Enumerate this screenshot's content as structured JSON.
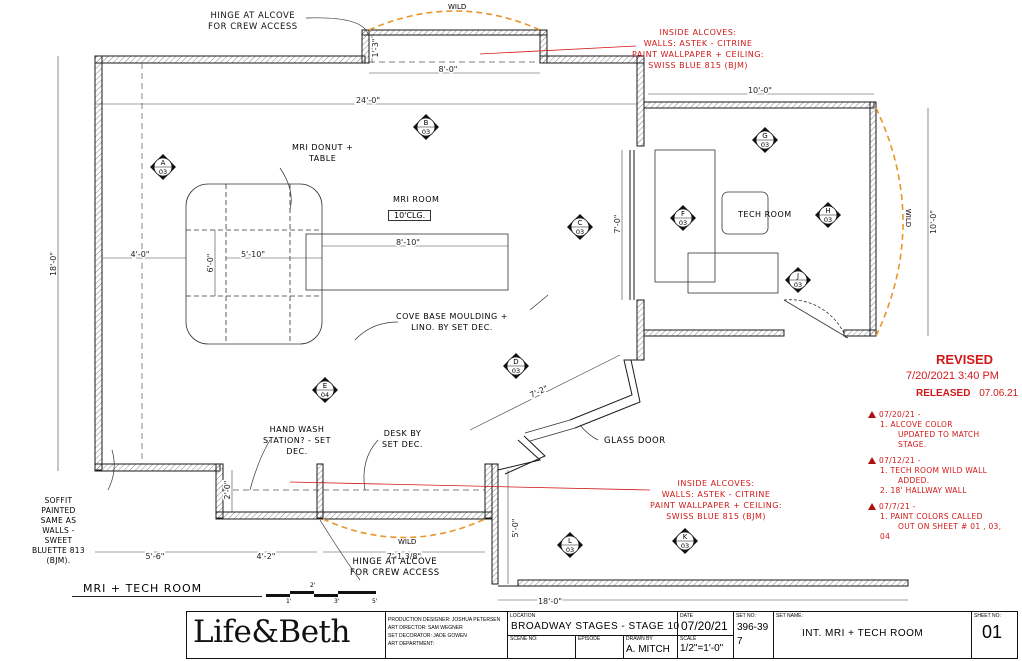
{
  "plan": {
    "labels": {
      "hinge_top": [
        "HINGE AT ALCOVE",
        "FOR CREW ACCESS"
      ],
      "hinge_bottom": [
        "HINGE AT ALCOVE",
        "FOR CREW ACCESS"
      ],
      "wild_top": "WILD",
      "wild_bottom": "WILD",
      "wild_right": "WILD",
      "mri_donut": [
        "MRI DONUT +",
        "TABLE"
      ],
      "mri_room": "MRI ROOM",
      "ceiling": "10'CLG.",
      "tech_room": "TECH ROOM",
      "cove_base": [
        "COVE BASE MOULDING +",
        "LINO. BY SET DEC."
      ],
      "glass_door": "GLASS DOOR",
      "hand_wash": [
        "HAND WASH",
        "STATION? - SET",
        "DEC."
      ],
      "desk": [
        "DESK BY",
        "SET DEC."
      ],
      "soffit": [
        "SOFFIT",
        "PAINTED",
        "SAME AS",
        "WALLS -",
        "SWEET",
        "BLUETTE 813",
        "(BJM)."
      ],
      "sheet_title": "MRI + TECH ROOM"
    },
    "alcove_notes_top": [
      "INSIDE ALCOVES:",
      "WALLS: ASTEK - CITRINE",
      "PAINT WALLPAPER + CEILING:",
      "SWISS BLUE 815 (BJM)"
    ],
    "alcove_notes_bottom": [
      "INSIDE ALCOVES:",
      "WALLS: ASTEK - CITRINE",
      "PAINT WALLPAPER + CEILING:",
      "SWISS BLUE 815 (BJM)"
    ],
    "dimensions": {
      "alcove_top_w": "8'-0\"",
      "alcove_top_h": "1'-3\"",
      "room_w": "24'-0\"",
      "room_h": "18'-0\"",
      "tech_w": "10'-0\"",
      "tech_h": "10'-0\"",
      "donut_offset": "4'-0\"",
      "donut_h": "6'-0\"",
      "donut_w": "5'-10\"",
      "table_w": "8'-10\"",
      "right_wall": "7'-0\"",
      "diag": "7'-2\"",
      "alcove_bottom_h": "2'-0\"",
      "bottom_a": "5'-6\"",
      "bottom_b": "4'-2\"",
      "bottom_c": "7'-1 3/8\"",
      "hall_h": "5'-0\"",
      "hall_w": "18'-0\""
    },
    "markers": [
      {
        "letter": "A",
        "num": "03"
      },
      {
        "letter": "B",
        "num": "03"
      },
      {
        "letter": "C",
        "num": "03"
      },
      {
        "letter": "D",
        "num": "03"
      },
      {
        "letter": "E",
        "num": "04"
      },
      {
        "letter": "F",
        "num": "03"
      },
      {
        "letter": "G",
        "num": "03"
      },
      {
        "letter": "H",
        "num": "03"
      },
      {
        "letter": "J",
        "num": "03"
      },
      {
        "letter": "K",
        "num": "03"
      },
      {
        "letter": "L",
        "num": "03"
      }
    ],
    "scale_bar": [
      "1'",
      "2'",
      "3'",
      "5'"
    ]
  },
  "revisions": {
    "status": "REVISED",
    "revised_date": "7/20/2021 3:40 PM",
    "released_label": "RELEASED",
    "released_date": "07.06.21",
    "entries": [
      {
        "date": "07/20/21 -",
        "items": [
          "1.   ALCOVE COLOR",
          "UPDATED TO MATCH",
          "STAGE."
        ]
      },
      {
        "date": "07/12/21 -",
        "items": [
          "1.   TECH ROOM WILD WALL",
          "ADDED.",
          "2.   18' HALLWAY WALL"
        ]
      },
      {
        "date": "07/7/21 -",
        "items": [
          "1.   PAINT COLORS CALLED",
          "OUT ON SHEET # 01 , 03,",
          "04"
        ]
      }
    ]
  },
  "title_block": {
    "logo": "Life&Beth",
    "credits": [
      "PRODUCTION DESIGNER: JOSHUA PETERSEN",
      "ART DIRECTOR: SAM WEGNER",
      "SET DECORATOR: JADE GOWEN",
      "ART DEPARTMENT:"
    ],
    "location_label": "LOCATION",
    "location": "BROADWAY STAGES - STAGE 10",
    "date_label": "DATE",
    "date": "07/20/21",
    "set_no_label": "SET NO:",
    "set_no": "396-397",
    "set_name_label": "SET NAME:",
    "set_name": "INT. MRI + TECH ROOM",
    "sheet_no_label": "SHEET NO:",
    "sheet_no": "01",
    "scene_label": "SCENE NO:",
    "episode_label": "EPISODE",
    "drawn_label": "DRAWN BY",
    "drawn_by": "A. MITCH",
    "scale_label": "SCALE",
    "scale": "1/2\"=1'-0\""
  },
  "colors": {
    "line": "#1a1a1a",
    "note": "#d11818",
    "wild": "#e8962a",
    "dim": "#444444"
  }
}
